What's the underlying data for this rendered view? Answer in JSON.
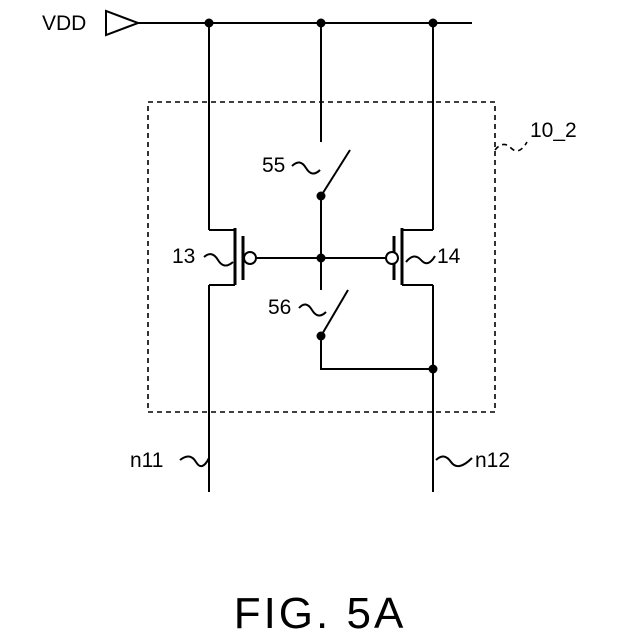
{
  "supply": {
    "label": "VDD"
  },
  "block": {
    "label": "10_2"
  },
  "transistors": [
    {
      "id": "t13",
      "label": "13"
    },
    {
      "id": "t14",
      "label": "14"
    }
  ],
  "switches": [
    {
      "id": "s55",
      "label": "55"
    },
    {
      "id": "s56",
      "label": "56"
    }
  ],
  "nodes": [
    {
      "id": "n11",
      "label": "n11"
    },
    {
      "id": "n12",
      "label": "n12"
    }
  ],
  "figure": {
    "caption": "FIG. 5A"
  }
}
